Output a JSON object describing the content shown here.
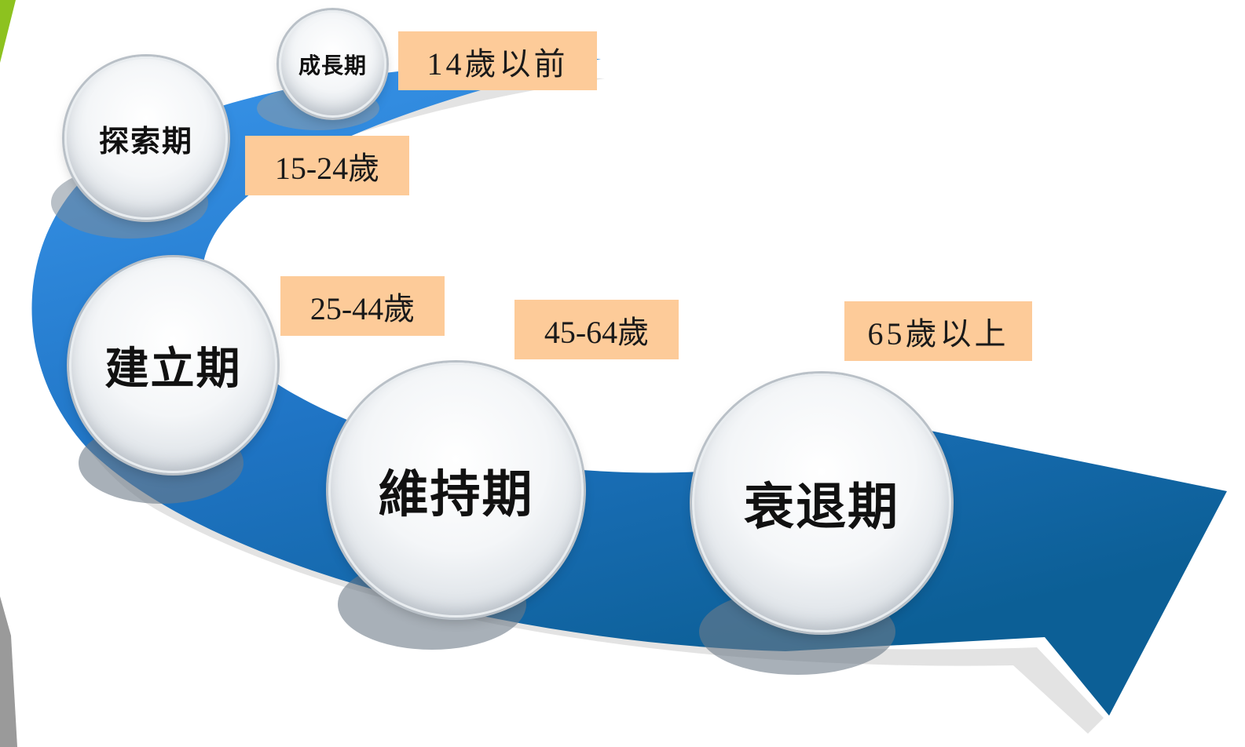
{
  "diagram": {
    "stages": [
      {
        "label": "成長期",
        "age": "14歲以前"
      },
      {
        "label": "探索期",
        "age": "15-24歲"
      },
      {
        "label": "建立期",
        "age": "25-44歲"
      },
      {
        "label": "維持期",
        "age": "45-64歲"
      },
      {
        "label": "衰退期",
        "age": "65歲以上"
      }
    ]
  },
  "colors": {
    "arrow_light": "#3a96ec",
    "arrow_dark": "#0c5f96",
    "age_box": "#fdcb99",
    "accent_green": "#8dc21f",
    "sidebar_gray": "#9a9a9a"
  }
}
